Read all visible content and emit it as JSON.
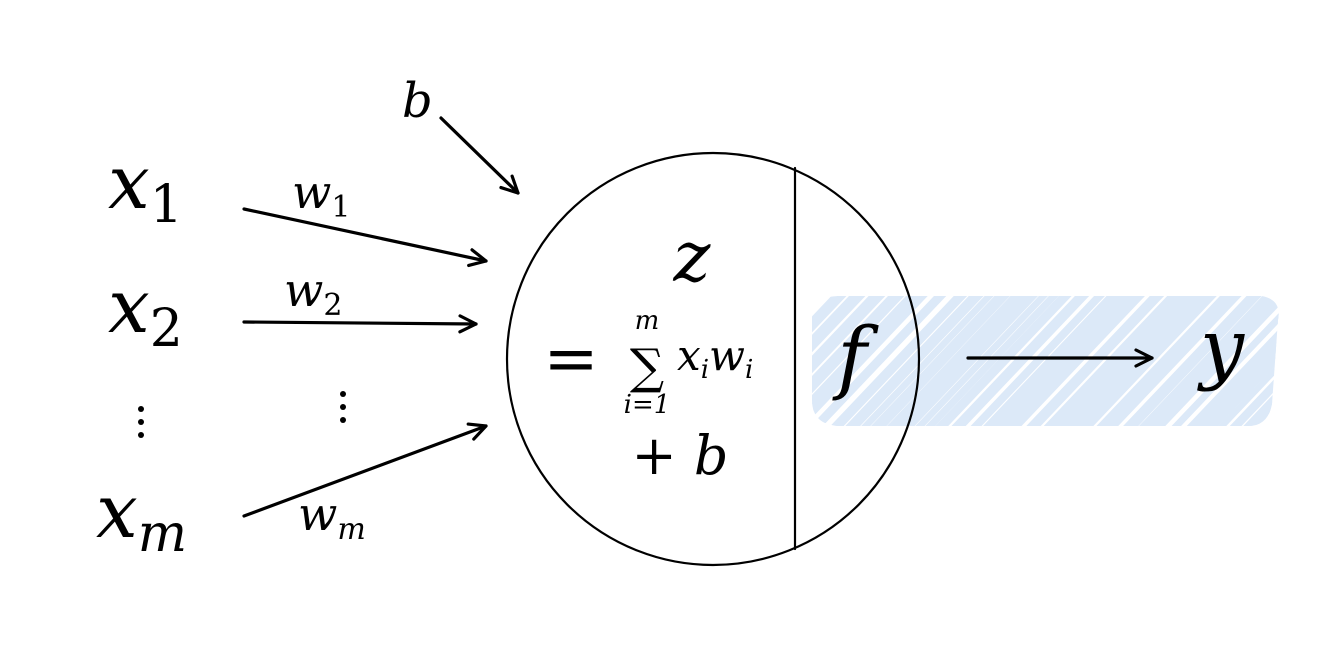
{
  "inputs": [
    {
      "base": "x",
      "sub": "1"
    },
    {
      "base": "x",
      "sub": "2"
    },
    {
      "base": "x",
      "sub": "m"
    }
  ],
  "weights": [
    {
      "base": "w",
      "sub": "1"
    },
    {
      "base": "w",
      "sub": "2"
    },
    {
      "base": "w",
      "sub": "m"
    }
  ],
  "bias": "b",
  "neuron": {
    "z": "z",
    "equals": "=",
    "sum_symbol": "∑",
    "sum_upper": "m",
    "sum_lower": "i=1",
    "term_x": "x",
    "term_x_sub": "i",
    "term_w": "w",
    "term_w_sub": "i",
    "plus_b": "+ b",
    "activation": "f"
  },
  "output": "y",
  "colors": {
    "stroke": "#000000",
    "highlight": "#dce9f8"
  }
}
